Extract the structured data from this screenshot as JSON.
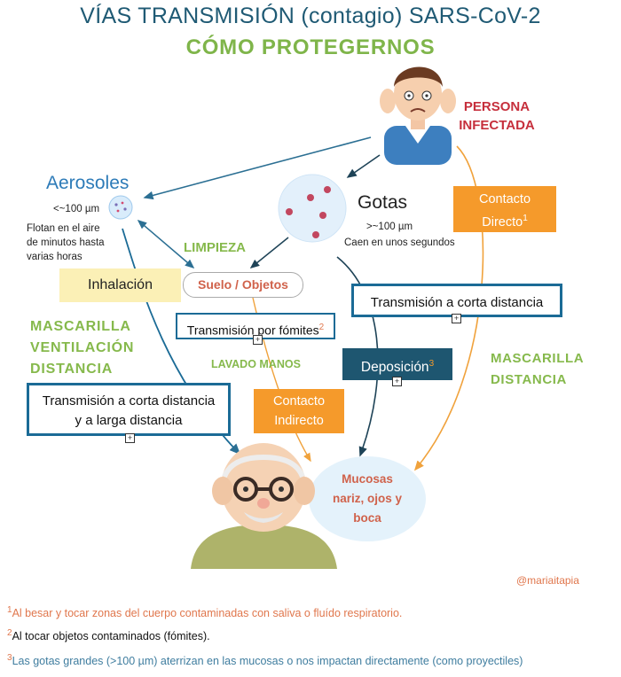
{
  "title": "VÍAS TRANSMISIÓN (contagio) SARS-CoV-2",
  "subtitle": "CÓMO PROTEGERNOS",
  "infected": {
    "line1": "PERSONA",
    "line2": "INFECTADA"
  },
  "aerosoles": {
    "label": "Aerosoles",
    "size": "<~100 µm",
    "desc": [
      "Flotan en el aire",
      "de minutos hasta",
      "varias horas"
    ]
  },
  "gotas": {
    "label": "Gotas",
    "size": ">~100 µm",
    "desc": "Caen en unos segundos"
  },
  "contacto_directo": {
    "line1": "Contacto",
    "line2": "Directo",
    "sup": "1"
  },
  "limpieza": "LIMPIEZA",
  "inhalacion": "Inhalación",
  "suelo": "Suelo / Objetos",
  "corta_distancia_right": "Transmisión a corta distancia",
  "fomites": {
    "label": "Transmisión por fómites",
    "sup": "2"
  },
  "mascarilla_left": [
    "MASCARILLA",
    "VENTILACIÓN",
    "DISTANCIA"
  ],
  "lavado": "LAVADO MANOS",
  "deposicion": {
    "label": "Deposición",
    "sup": "3"
  },
  "mascarilla_right": [
    "MASCARILLA",
    "DISTANCIA"
  ],
  "corta_larga": [
    "Transmisión a corta distancia",
    "y a larga distancia"
  ],
  "contacto_indirecto": [
    "Contacto",
    "Indirecto"
  ],
  "mucosas": [
    "Mucosas",
    "nariz, ojos y",
    "boca"
  ],
  "handle": "@mariaitapia",
  "footnotes": [
    {
      "num": "1",
      "text": "Al besar y tocar zonas del cuerpo contaminadas con saliva o fluído respiratorio."
    },
    {
      "num": "2",
      "text": "Al tocar objetos contaminados (fómites)."
    },
    {
      "num": "3",
      "text": "Las gotas grandes (>100 µm) aterrizan en las mucosas o nos impactan directamente (como proyectiles)"
    }
  ],
  "colors": {
    "navy": "#1f5a74",
    "green": "#86b94c",
    "red": "#c62f3c",
    "orange": "#f59a2b",
    "box_border": "#1b6b96",
    "deposition_bg": "#1e5670",
    "inhalation_bg": "#fbf0b6",
    "footnote1": "#e0774d",
    "footnote3": "#3f7d9f"
  }
}
